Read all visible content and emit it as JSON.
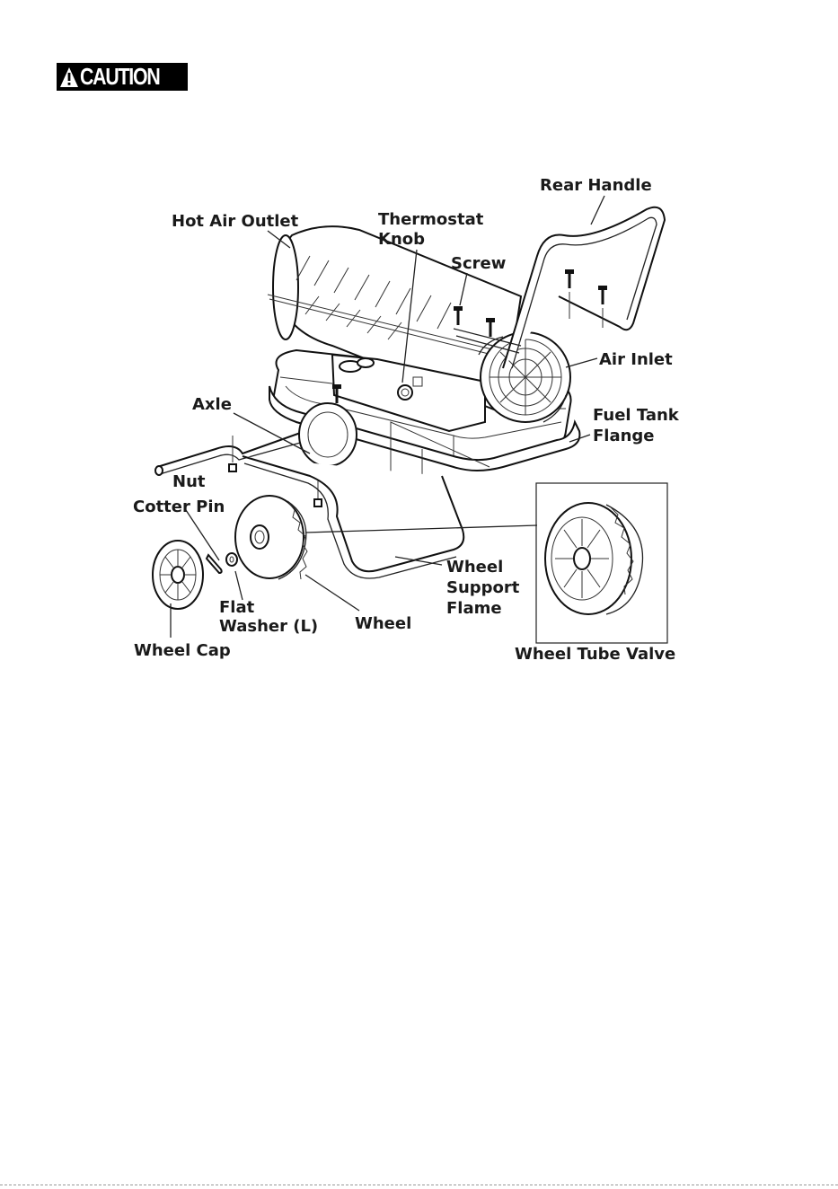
{
  "header": {
    "caution_label": "CAUTION"
  },
  "labels": {
    "rear_handle": "Rear Handle",
    "hot_air_outlet": "Hot Air Outlet",
    "thermostat_knob_1": "Thermostat",
    "thermostat_knob_2": "Knob",
    "screw": "Screw",
    "air_inlet": "Air Inlet",
    "axle": "Axle",
    "fuel_tank_flange_1": "Fuel Tank",
    "fuel_tank_flange_2": "Flange",
    "nut": "Nut",
    "cotter_pin": "Cotter Pin",
    "wheel_support_1": "Wheel",
    "wheel_support_2": "Support",
    "wheel_support_3": "Flame",
    "flat_washer_1": "Flat",
    "flat_washer_2": "Washer (L)",
    "wheel": "Wheel",
    "wheel_cap": "Wheel Cap",
    "wheel_tube_valve": "Wheel Tube Valve"
  },
  "colors": {
    "ink": "#111111",
    "caution_bg": "#000000",
    "caution_fg": "#ffffff"
  }
}
